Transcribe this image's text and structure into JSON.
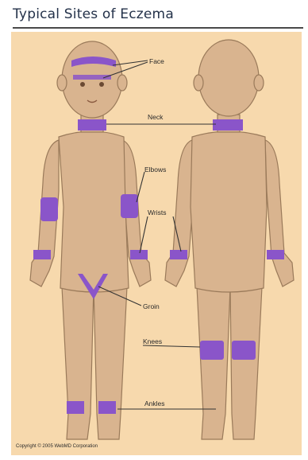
{
  "title": "Typical Sites of Eczema",
  "labels": {
    "face": "Face",
    "neck": "Neck",
    "elbows": "Elbows",
    "wrists": "Wrists",
    "groin": "Groin",
    "knees": "Knees",
    "ankles": "Ankles"
  },
  "copyright": "Copyright © 2005 WebMD Corporation",
  "colors": {
    "background": "#f7d9ad",
    "skin": "#d9b48f",
    "skin_outline": "#9a7a5a",
    "eczema_highlight": "#8a55c9",
    "label_line": "#333333"
  }
}
